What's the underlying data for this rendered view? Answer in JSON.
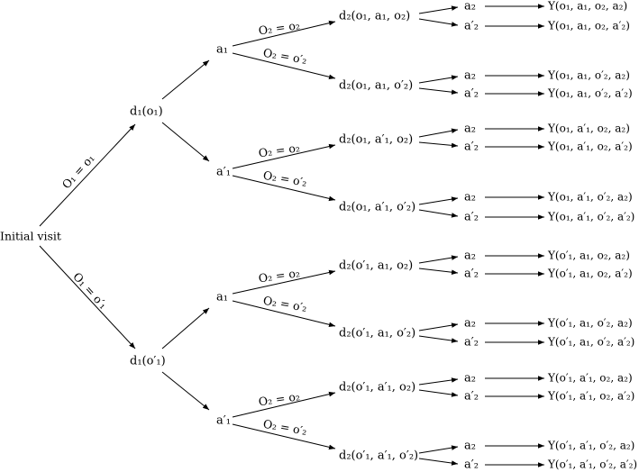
{
  "root": {
    "label": "Initial visit"
  },
  "level1_edges": [
    "O₁ = o₁",
    "O₁ = o′₁"
  ],
  "d1": [
    "d₁(o₁)",
    "d₁(o′₁)"
  ],
  "a1": [
    "a₁",
    "a′₁",
    "a₁",
    "a′₁"
  ],
  "o2_edges": [
    "O₂ = o₂",
    "O₂ = o′₂",
    "O₂ = o₂",
    "O₂ = o′₂",
    "O₂ = o₂",
    "O₂ = o′₂",
    "O₂ = o₂",
    "O₂ = o′₂"
  ],
  "d2": [
    "d₂(o₁, a₁, o₂)",
    "d₂(o₁, a₁, o′₂)",
    "d₂(o₁, a′₁, o₂)",
    "d₂(o₁, a′₁, o′₂)",
    "d₂(o′₁, a₁, o₂)",
    "d₂(o′₁, a₁, o′₂)",
    "d₂(o′₁, a′₁, o₂)",
    "d₂(o′₁, a′₁, o′₂)"
  ],
  "a2_options": [
    "a₂",
    "a′₂"
  ],
  "outcomes": [
    "Y(o₁, a₁, o₂, a₂)",
    "Y(o₁, a₁, o₂, a′₂)",
    "Y(o₁, a₁, o′₂, a₂)",
    "Y(o₁, a₁, o′₂, a′₂)",
    "Y(o₁, a′₁, o₂, a₂)",
    "Y(o₁, a′₁, o₂, a′₂)",
    "Y(o₁, a′₁, o′₂, a₂)",
    "Y(o₁, a′₁, o′₂, a′₂)",
    "Y(o′₁, a₁, o₂, a₂)",
    "Y(o′₁, a₁, o₂, a′₂)",
    "Y(o′₁, a₁, o′₂, a₂)",
    "Y(o′₁, a₁, o′₂, a′₂)",
    "Y(o′₁, a′₁, o₂, a₂)",
    "Y(o′₁, a′₁, o₂, a′₂)",
    "Y(o′₁, a′₁, o′₂, a₂)",
    "Y(o′₁, a′₁, o′₂, a′₂)"
  ]
}
